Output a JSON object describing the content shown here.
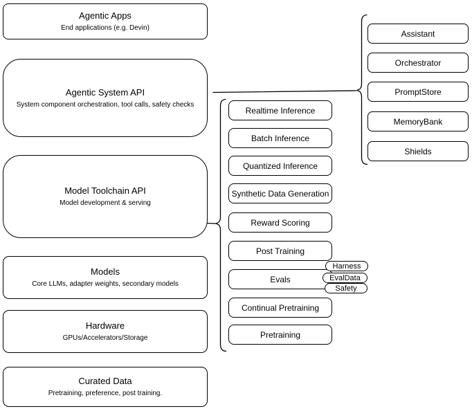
{
  "diagram": {
    "title": "Agentic system architecture diagram",
    "left_column": [
      {
        "title": "Agentic Apps",
        "subtitle": "End applications (e.g. Devin)"
      },
      {
        "title": "Agentic System API",
        "subtitle": "System component orchestration, tool calls, safety checks"
      },
      {
        "title": "Model Toolchain API",
        "subtitle": "Model development & serving"
      },
      {
        "title": "Models",
        "subtitle": "Core LLMs, adapter weights, secondary models"
      },
      {
        "title": "Hardware",
        "subtitle": "GPUs/Accelerators/Storage"
      },
      {
        "title": "Curated Data",
        "subtitle": "Pretraining, preference, post training."
      }
    ],
    "toolchain_items": [
      "Realtime Inference",
      "Batch Inference",
      "Quantized Inference",
      "Synthetic Data Generation",
      "Reward Scoring",
      "Post Training",
      "Evals",
      "Continual Pretraining",
      "Pretraining"
    ],
    "eval_components": [
      "Harness",
      "EvalData",
      "Safety"
    ],
    "system_components": [
      "Assistant",
      "Orchestrator",
      "PromptStore",
      "MemoryBank",
      "Shields"
    ],
    "colors": {
      "stroke": "#000000",
      "fill": "#ffffff",
      "background": "#ffffff",
      "text": "#000000"
    }
  }
}
